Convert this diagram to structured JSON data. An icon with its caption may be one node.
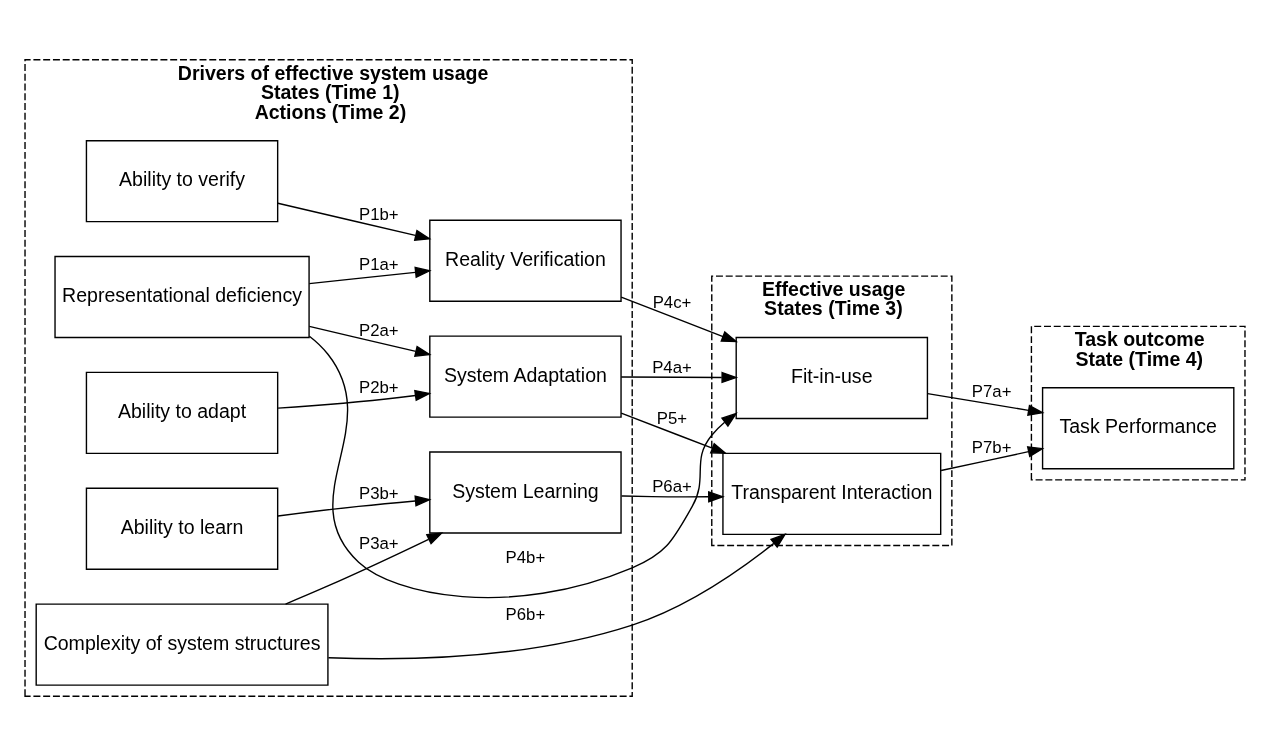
{
  "diagram": {
    "nodes": [
      {
        "text": [
          "Drivers of effective system usage",
          "States (Time 1)",
          "Actions (Time 2)"
        ]
      },
      {
        "text": [
          "Ability to verify"
        ],
        "in": 0
      },
      {
        "text": [
          "Reality Verification"
        ],
        "in": 0
      },
      {
        "text": [
          "Representational deficiency"
        ],
        "in": 0
      },
      {
        "text": [
          "System Adaptation"
        ],
        "in": 0
      },
      {
        "text": [
          "Ability to adapt"
        ],
        "in": 0
      },
      {
        "text": [
          "Ability to learn"
        ],
        "in": 0
      },
      {
        "text": [
          "Complexity of system structures"
        ],
        "in": 0
      },
      {
        "text": [
          "System Learning"
        ],
        "in": 0
      },
      {
        "text": [
          "Effective usage",
          "States (Time 3)"
        ]
      },
      {
        "text": [
          "Fit-in-use"
        ],
        "in": 9
      },
      {
        "text": [
          "Transparent Interaction"
        ],
        "in": 9
      },
      {
        "text": [
          "Task outcome",
          "State (Time 4)"
        ]
      },
      {
        "text": [
          "Task Performance"
        ],
        "in": 12
      }
    ],
    "edges": [
      {
        "from": 1,
        "to": 2,
        "arrow": "to",
        "label": "P1b+"
      },
      {
        "from": 3,
        "to": 2,
        "arrow": "to",
        "label": "P1a+"
      },
      {
        "from": 3,
        "to": 4,
        "arrow": "to",
        "label": "P2a+"
      },
      {
        "from": 5,
        "to": 4,
        "arrow": "to",
        "label": "P2b+"
      },
      {
        "from": 6,
        "to": 8,
        "arrow": "to",
        "label": "P3b+"
      },
      {
        "from": 7,
        "to": 8,
        "arrow": "to",
        "label": "P3a+"
      },
      {
        "from": 2,
        "to": 10,
        "arrow": "to",
        "label": "P4c+"
      },
      {
        "from": 3,
        "to": 10,
        "arrow": "to",
        "label": "P4b+"
      },
      {
        "from": 4,
        "to": 10,
        "arrow": "to",
        "label": "P4a+"
      },
      {
        "from": 4,
        "to": 11,
        "arrow": "to",
        "label": "P5+"
      },
      {
        "from": 8,
        "to": 11,
        "arrow": "to",
        "label": "P6a+"
      },
      {
        "from": 7,
        "to": 11,
        "arrow": "to",
        "label": "P6b+"
      },
      {
        "from": 10,
        "to": 13,
        "arrow": "to",
        "label": "P7a+"
      },
      {
        "from": 11,
        "to": 13,
        "arrow": "to",
        "label": "P7b+"
      }
    ]
  }
}
